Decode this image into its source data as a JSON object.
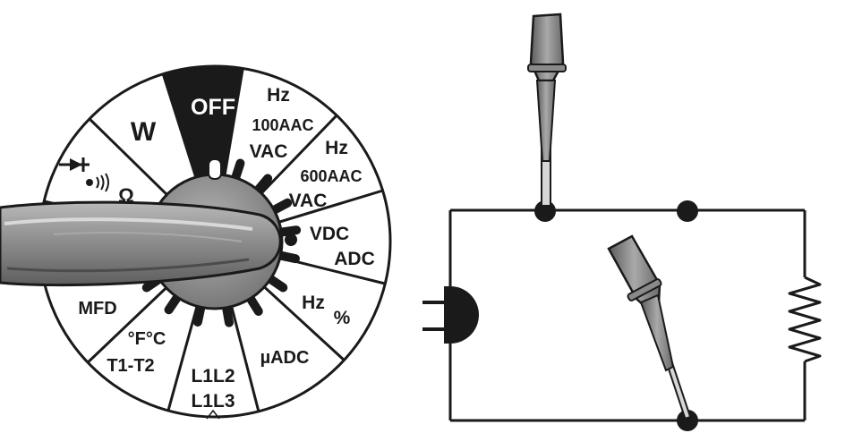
{
  "dial": {
    "off_label": "OFF",
    "segments": [
      {
        "id": "w",
        "lines": [
          "W"
        ]
      },
      {
        "id": "hz-100aac-vac",
        "lines": [
          "Hz",
          "100AAC",
          "VAC"
        ]
      },
      {
        "id": "hz-600aac-vac",
        "lines": [
          "Hz",
          "600AAC",
          "VAC"
        ]
      },
      {
        "id": "vdc-adc",
        "lines": [
          "VDC",
          "ADC"
        ]
      },
      {
        "id": "hz-percent",
        "lines": [
          "Hz",
          "%"
        ]
      },
      {
        "id": "micro-adc",
        "lines": [
          "µADC"
        ]
      },
      {
        "id": "l1l2-l1l3",
        "lines": [
          "L1L2",
          "L1L3"
        ]
      },
      {
        "id": "temp-t1t2",
        "lines": [
          "°F°C",
          "T1-T2"
        ]
      },
      {
        "id": "mfd",
        "lines": [
          "MFD"
        ]
      },
      {
        "id": "diode-continuity-ohm",
        "lines": [
          "Ω"
        ]
      }
    ],
    "diode_icon": "diode-icon",
    "continuity_icon": "continuity-beeper-icon",
    "knob_pointer_icon": "rotary-knob-pointer-icon",
    "colors": {
      "off_segment": "#1a1a1a",
      "knob": "#8c8c8c",
      "outline": "#1a1a1a"
    }
  },
  "circuit": {
    "components": [
      "probe-top",
      "probe-diagonal",
      "junction-node",
      "plug-icon",
      "resistor-icon"
    ],
    "colors": {
      "wire": "#1a1a1a",
      "probe": "#8a8a8a"
    }
  }
}
